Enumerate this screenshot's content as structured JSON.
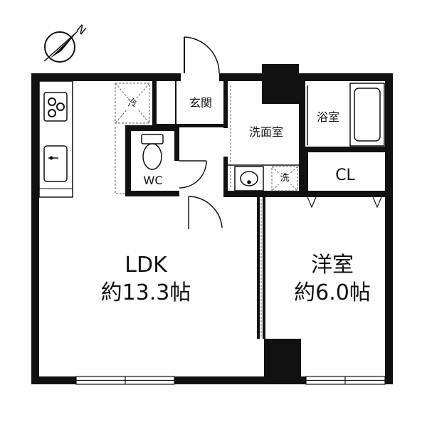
{
  "compass": {
    "north_label": "N"
  },
  "rooms": {
    "ldk": {
      "name": "LDK",
      "size": "約13.3帖"
    },
    "western_room": {
      "name": "洋室",
      "size": "約6.0帖"
    },
    "entrance": {
      "label": "玄関"
    },
    "washroom": {
      "label": "洗面室"
    },
    "bathroom": {
      "label": "浴室"
    },
    "toilet": {
      "label": "WC"
    },
    "closet": {
      "label": "CL"
    }
  },
  "fixtures": {
    "refrigerator_space": {
      "label": "冷"
    },
    "washer_space": {
      "label": "洗"
    }
  }
}
